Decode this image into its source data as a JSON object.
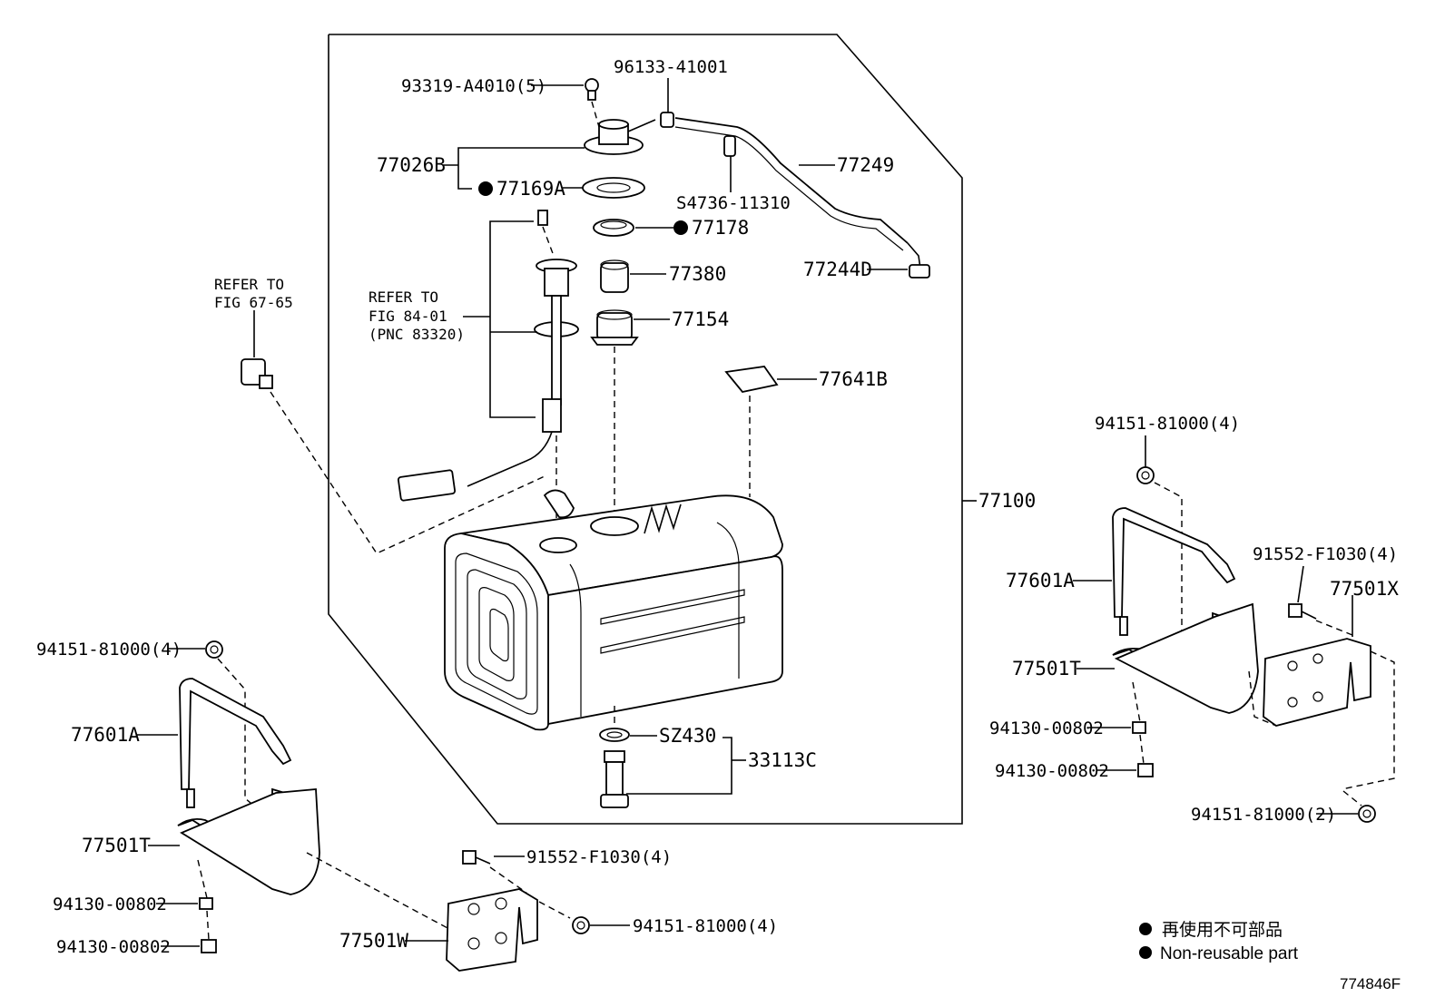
{
  "labels": {
    "p93319": "93319-A4010(5)",
    "p96133": "96133-41001",
    "p77026B": "77026B",
    "p77169A": "77169A",
    "p77249": "77249",
    "s4736": "S4736-11310",
    "p77178": "77178",
    "p77244D": "77244D",
    "p77380": "77380",
    "p77154": "77154",
    "p77641B": "77641B",
    "p77100": "77100",
    "refer_67_1": "REFER TO",
    "refer_67_2": "FIG 67-65",
    "refer_84_1": "REFER TO",
    "refer_84_2": "FIG 84-01",
    "refer_84_3": "(PNC 83320)",
    "sz430": "SZ430",
    "p33113C": "33113C",
    "l94151_4": "94151-81000(4)",
    "l77601A": "77601A",
    "l77501T": "77501T",
    "l94130_a": "94130-00802",
    "l94130_b": "94130-00802",
    "m91552": "91552-F1030(4)",
    "m94151": "94151-81000(4)",
    "m77501W": "77501W",
    "r94151_4": "94151-81000(4)",
    "r77601A": "77601A",
    "r91552": "91552-F1030(4)",
    "r77501X": "77501X",
    "r77501T": "77501T",
    "r94130_a": "94130-00802",
    "r94130_b": "94130-00802",
    "r94151_2": "94151-81000(2)"
  },
  "legend": {
    "jp": "再使用不可部品",
    "en": "Non-reusable part"
  },
  "figure_id": "774846F"
}
